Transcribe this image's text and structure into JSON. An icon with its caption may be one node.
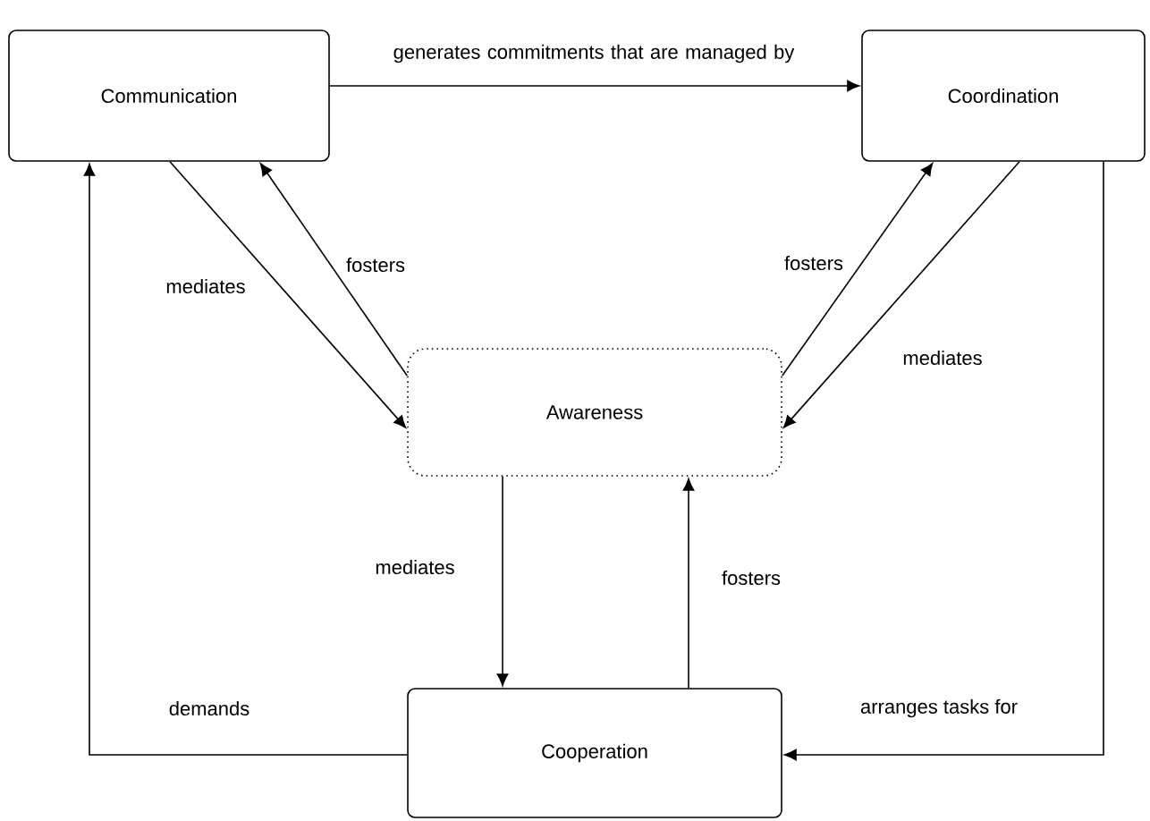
{
  "diagram": {
    "nodes": [
      {
        "text": [
          "Communication"
        ]
      },
      {
        "text": [
          "Coordination"
        ]
      },
      {
        "text": [
          "Awareness"
        ]
      },
      {
        "text": [
          "Cooperation"
        ]
      }
    ],
    "edges": [
      {
        "from": 0,
        "to": 1,
        "arrow": "to",
        "label": "generates commitments that are managed by"
      },
      {
        "from": 0,
        "to": 2,
        "arrow": "to",
        "label": "mediates"
      },
      {
        "from": 2,
        "to": 0,
        "arrow": "to",
        "label": "fosters"
      },
      {
        "from": 2,
        "to": 1,
        "arrow": "to",
        "label": "fosters"
      },
      {
        "from": 1,
        "to": 2,
        "arrow": "to",
        "label": "mediates"
      },
      {
        "from": 2,
        "to": 3,
        "arrow": "to",
        "label": "mediates"
      },
      {
        "from": 3,
        "to": 2,
        "arrow": "to",
        "label": "fosters"
      },
      {
        "from": 3,
        "to": 0,
        "arrow": "to",
        "label": "demands"
      },
      {
        "from": 1,
        "to": 3,
        "arrow": "to",
        "label": "arranges tasks for"
      }
    ]
  }
}
